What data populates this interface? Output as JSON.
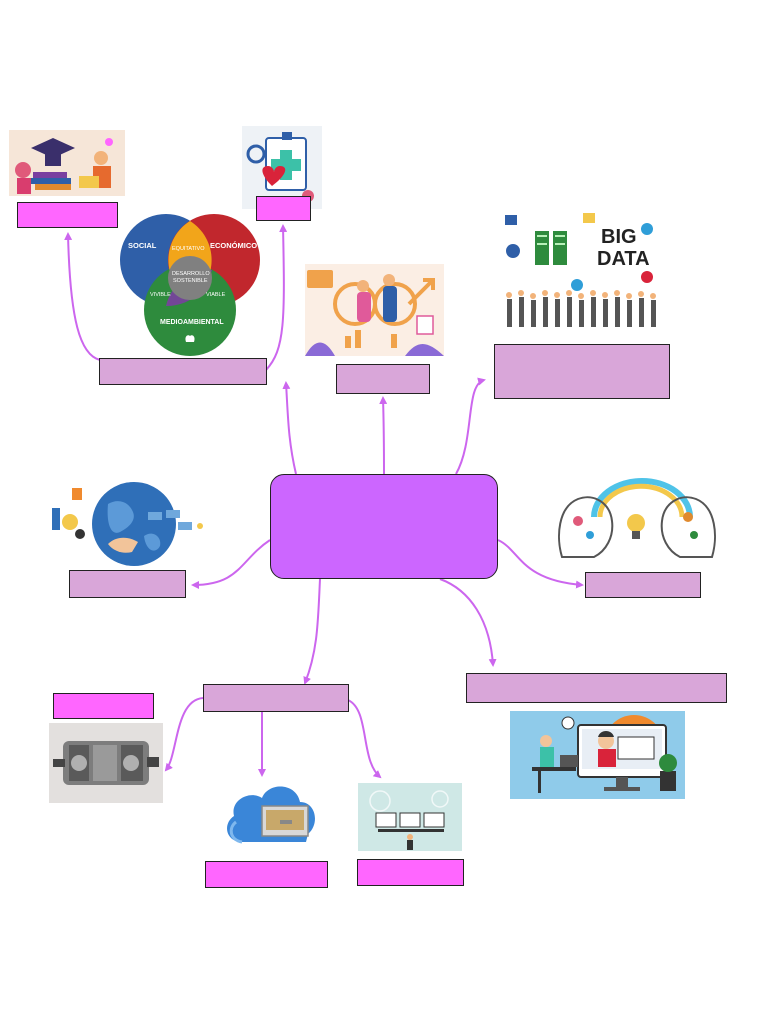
{
  "diagram": {
    "colors": {
      "connector": "#cc66ee",
      "center_fill": "#cc66ff",
      "box_pink": "#ff66ff",
      "box_mauve": "#d9a6d9",
      "venn_social": "#2f5fa8",
      "venn_economico": "#c1272d",
      "venn_medioambiental": "#2e8b3d",
      "venn_center": "#808080"
    },
    "venn": {
      "social": "SOCIAL",
      "economico": "ECONÓMICO",
      "medioambiental": "MEDIOAMBIENTAL",
      "equitativo": "EQUITATIVO",
      "vivible": "VIVIBLE",
      "viable": "VIABLE",
      "center_line1": "DESARROLLO",
      "center_line2": "SOSTENIBLE"
    },
    "big_data": {
      "word1": "BIG",
      "word2": "DATA"
    },
    "center_label": "",
    "boxes": [
      {
        "id": "education",
        "label": ""
      },
      {
        "id": "health",
        "label": ""
      },
      {
        "id": "sustainability",
        "label": ""
      },
      {
        "id": "equality",
        "label": ""
      },
      {
        "id": "big-data",
        "label": ""
      },
      {
        "id": "globalization",
        "label": ""
      },
      {
        "id": "innovation",
        "label": ""
      },
      {
        "id": "technology",
        "label": ""
      },
      {
        "id": "machinery",
        "label": ""
      },
      {
        "id": "cloud",
        "label": ""
      },
      {
        "id": "monitoring",
        "label": ""
      },
      {
        "id": "virtual",
        "label": ""
      }
    ]
  }
}
